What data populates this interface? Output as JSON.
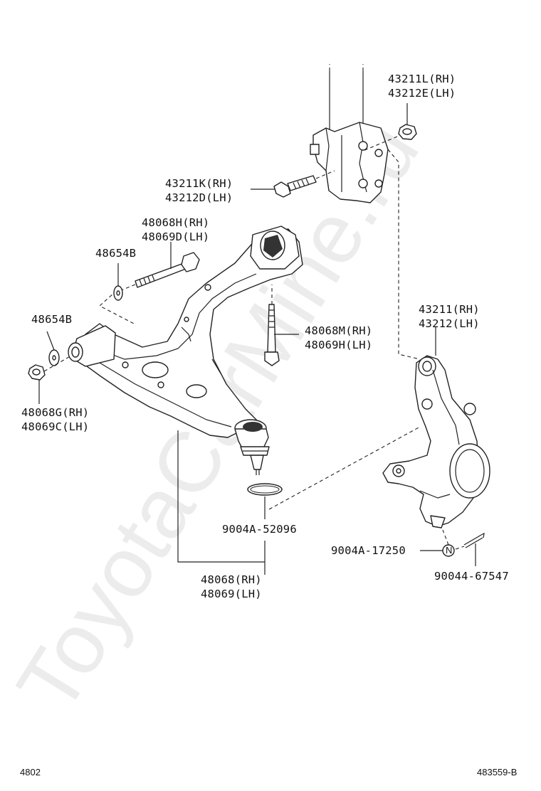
{
  "watermark": "ToyotaCarMine.ru",
  "footer": {
    "left_code": "4802",
    "right_code": "483559-B"
  },
  "callouts": {
    "strut_nut": [
      "43211L(RH)",
      "43212E(LH)"
    ],
    "strut_bolt": [
      "43211K(RH)",
      "43212D(LH)"
    ],
    "arm_bolt": [
      "48068H(RH)",
      "48069D(LH)"
    ],
    "washer_upper": "48654B",
    "washer_lower": "48654B",
    "arm_nut": [
      "48068G(RH)",
      "48069C(LH)"
    ],
    "vertical_bolt": [
      "48068M(RH)",
      "48069H(LH)"
    ],
    "knuckle": [
      "43211(RH)",
      "43212(LH)"
    ],
    "snap_ring": "9004A-52096",
    "knuckle_nut": "9004A-17250",
    "cotter_pin": "90044-67547",
    "lower_arm": [
      "48068(RH)",
      "48069(LH)"
    ]
  }
}
